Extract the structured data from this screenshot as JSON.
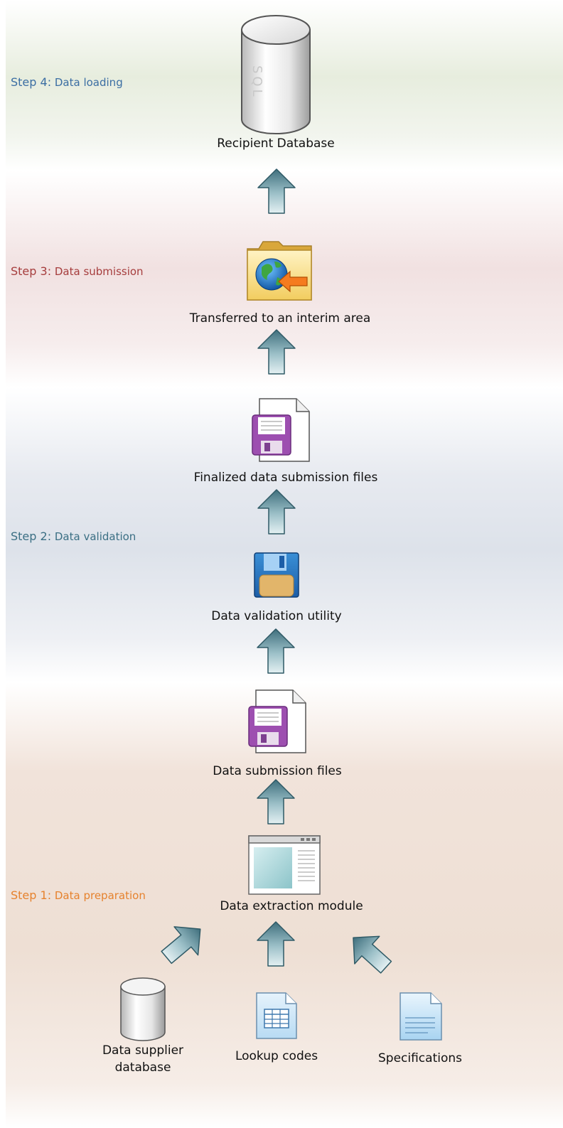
{
  "steps": [
    {
      "num": "Step 4:",
      "name": "Data loading",
      "color": "#3b6ea3"
    },
    {
      "num": "Step 3:",
      "name": "Data submission",
      "color": "#a63d3d"
    },
    {
      "num": "Step 2:",
      "name": "Data validation",
      "color": "#3b6f84"
    },
    {
      "num": "Step 1:",
      "name": "Data preparation",
      "color": "#e6822e"
    }
  ],
  "nodes": {
    "recipient_db": {
      "label": "Recipient Database",
      "db_text": "SQL",
      "icon": "database-sql-icon"
    },
    "interim": {
      "label": "Transferred to an interim area",
      "icon": "network-folder-icon"
    },
    "finalized": {
      "label": "Finalized data submission files",
      "icon": "save-file-icon"
    },
    "validation": {
      "label": "Data validation utility",
      "icon": "floppy-disk-icon"
    },
    "submission": {
      "label": "Data submission files",
      "icon": "save-file-icon"
    },
    "extraction": {
      "label": "Data extraction module",
      "icon": "application-window-icon"
    },
    "supplier_db": {
      "label": "Data supplier database",
      "line1": "Data supplier",
      "line2": "database",
      "icon": "database-icon"
    },
    "lookup": {
      "label": "Lookup codes",
      "icon": "table-document-icon"
    },
    "specs": {
      "label": "Specifications",
      "icon": "text-document-icon"
    }
  },
  "colors": {
    "arrow_top": "#3f6f7d",
    "arrow_bottom": "#e4f0f2",
    "step4_band": "#e9eedf",
    "step3_band": "#f2e2e2",
    "step2_band": "#dfe3ea",
    "step1_band": "#f0e2d8"
  }
}
